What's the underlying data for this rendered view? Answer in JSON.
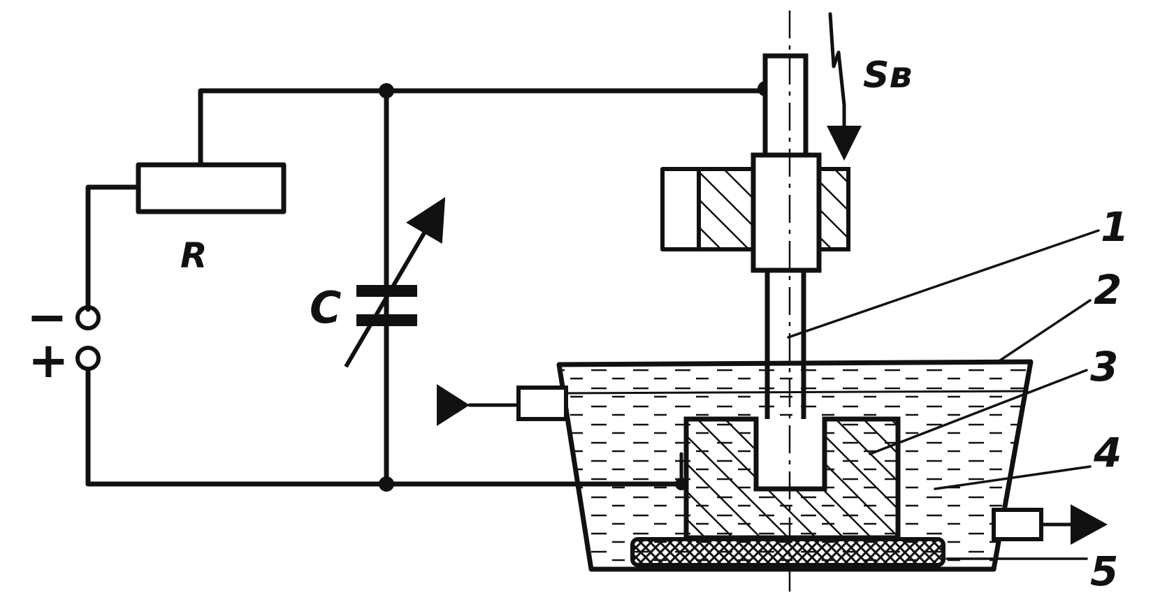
{
  "labels": {
    "resistor": "R",
    "capacitor": "C",
    "minus": "−",
    "plus": "+",
    "feed": "Sв",
    "part_1": "1",
    "part_2": "2",
    "part_3": "3",
    "part_4": "4",
    "part_5": "5"
  },
  "colors": {
    "ink": "#111111",
    "paper": "#ffffff"
  }
}
